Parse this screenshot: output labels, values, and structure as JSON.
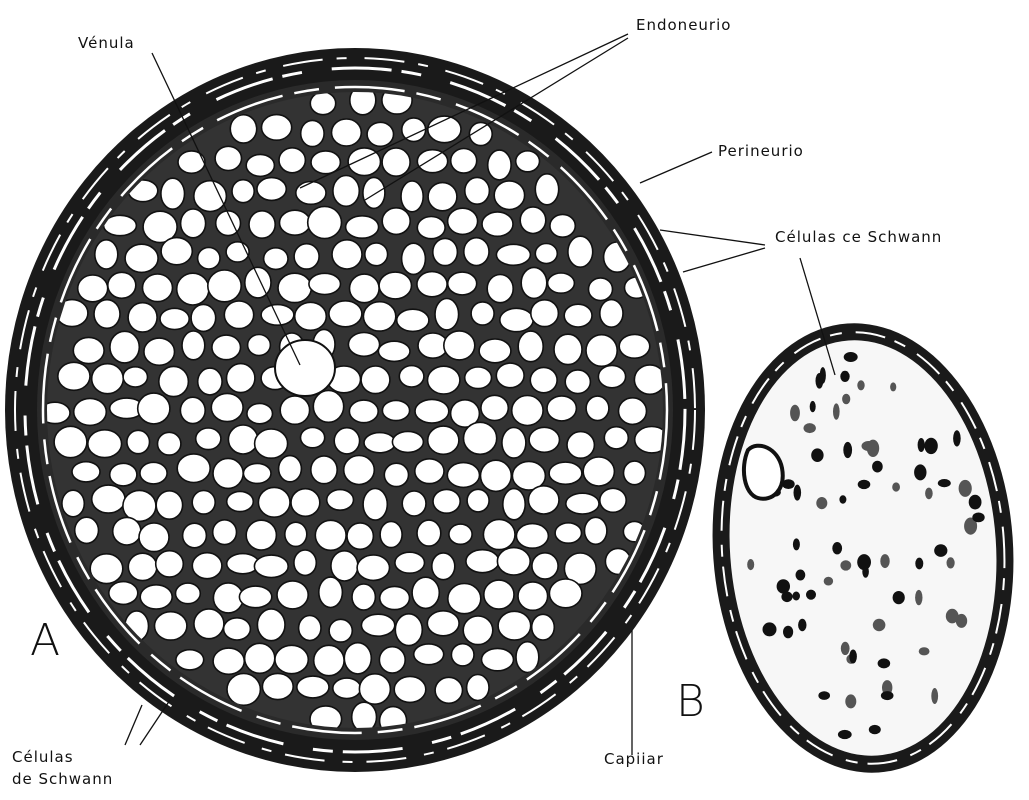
{
  "figure": {
    "labels": {
      "venula": "Vénula",
      "endoneurio": "Endoneurio",
      "perineurio": "Perineurio",
      "celulas_schwann_right": "Células ce Schwann",
      "celulas_schwann_bottom_line1": "Células",
      "celulas_schwann_bottom_line2": "de Schwann",
      "capilar": "Capiiar"
    },
    "panels": {
      "a": "A",
      "b": "B"
    }
  }
}
